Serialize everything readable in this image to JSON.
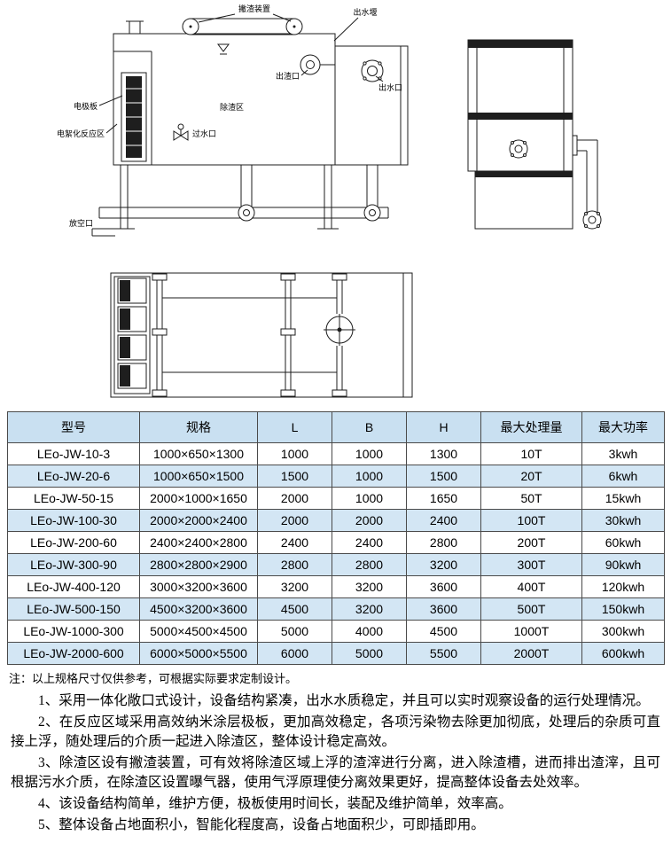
{
  "colors": {
    "table_header_bg": "#c9e0f1",
    "table_alt_row_bg": "#d3e6f4",
    "table_border": "#4a4a4a",
    "line_color": "#1c1c1c"
  },
  "drawing": {
    "labels": {
      "skimmer_device": "撇渣装置",
      "outlet_weir": "出水堰",
      "slag_outlet": "出渣口",
      "water_outlet": "出水口",
      "electrode_plate": "电极板",
      "reaction_zone": "电絮化反应区",
      "slag_zone": "除渣区",
      "water_port": "过水口",
      "drain_port": "放空口"
    }
  },
  "table": {
    "headers": [
      "型号",
      "规格",
      "L",
      "B",
      "H",
      "最大处理量",
      "最大功率"
    ],
    "rows": [
      [
        "LEo-JW-10-3",
        "1000×650×1300",
        "1000",
        "1000",
        "1300",
        "10T",
        "3kwh"
      ],
      [
        "LEo-JW-20-6",
        "1000×650×1500",
        "1500",
        "1000",
        "1500",
        "20T",
        "6kwh"
      ],
      [
        "LEo-JW-50-15",
        "2000×1000×1650",
        "2000",
        "1000",
        "1650",
        "50T",
        "15kwh"
      ],
      [
        "LEo-JW-100-30",
        "2000×2000×2400",
        "2000",
        "2000",
        "2400",
        "100T",
        "30kwh"
      ],
      [
        "LEo-JW-200-60",
        "2400×2400×2800",
        "2400",
        "2400",
        "2800",
        "200T",
        "60kwh"
      ],
      [
        "LEo-JW-300-90",
        "2800×2800×2900",
        "2800",
        "2800",
        "3200",
        "300T",
        "90kwh"
      ],
      [
        "LEo-JW-400-120",
        "3000×3200×3600",
        "3200",
        "3200",
        "3600",
        "400T",
        "120kwh"
      ],
      [
        "LEo-JW-500-150",
        "4500×3200×3600",
        "4500",
        "3200",
        "3600",
        "500T",
        "150kwh"
      ],
      [
        "LEo-JW-1000-300",
        "5000×4500×4500",
        "5000",
        "4000",
        "4500",
        "1000T",
        "300kwh"
      ],
      [
        "LEo-JW-2000-600",
        "6000×5000×5500",
        "6000",
        "5000",
        "5500",
        "2000T",
        "600kwh"
      ]
    ]
  },
  "notes": {
    "disclaimer": "注：以上规格尺寸仅供参考，可根据实际要求定制设计。",
    "items": [
      "1、采用一体化敞口式设计，设备结构紧凑，出水水质稳定，并且可以实时观察设备的运行处理情况。",
      "2、在反应区域采用高效纳米涂层极板，更加高效稳定，各项污染物去除更加彻底，处理后的杂质可直接上浮，随处理后的介质一起进入除渣区，整体设计稳定高效。",
      "3、除渣区设有撇渣装置，可有效将除渣区域上浮的渣滓进行分离，进入除渣槽，进而排出渣滓，且可根据污水介质，在除渣区设置曝气器，使用气浮原理使分离效果更好，提高整体设备去处效率。",
      "4、该设备结构简单，维护方便，极板使用时间长，装配及维护简单，效率高。",
      "5、整体设备占地面积小，智能化程度高，设备占地面积少，可即插即用。"
    ]
  }
}
